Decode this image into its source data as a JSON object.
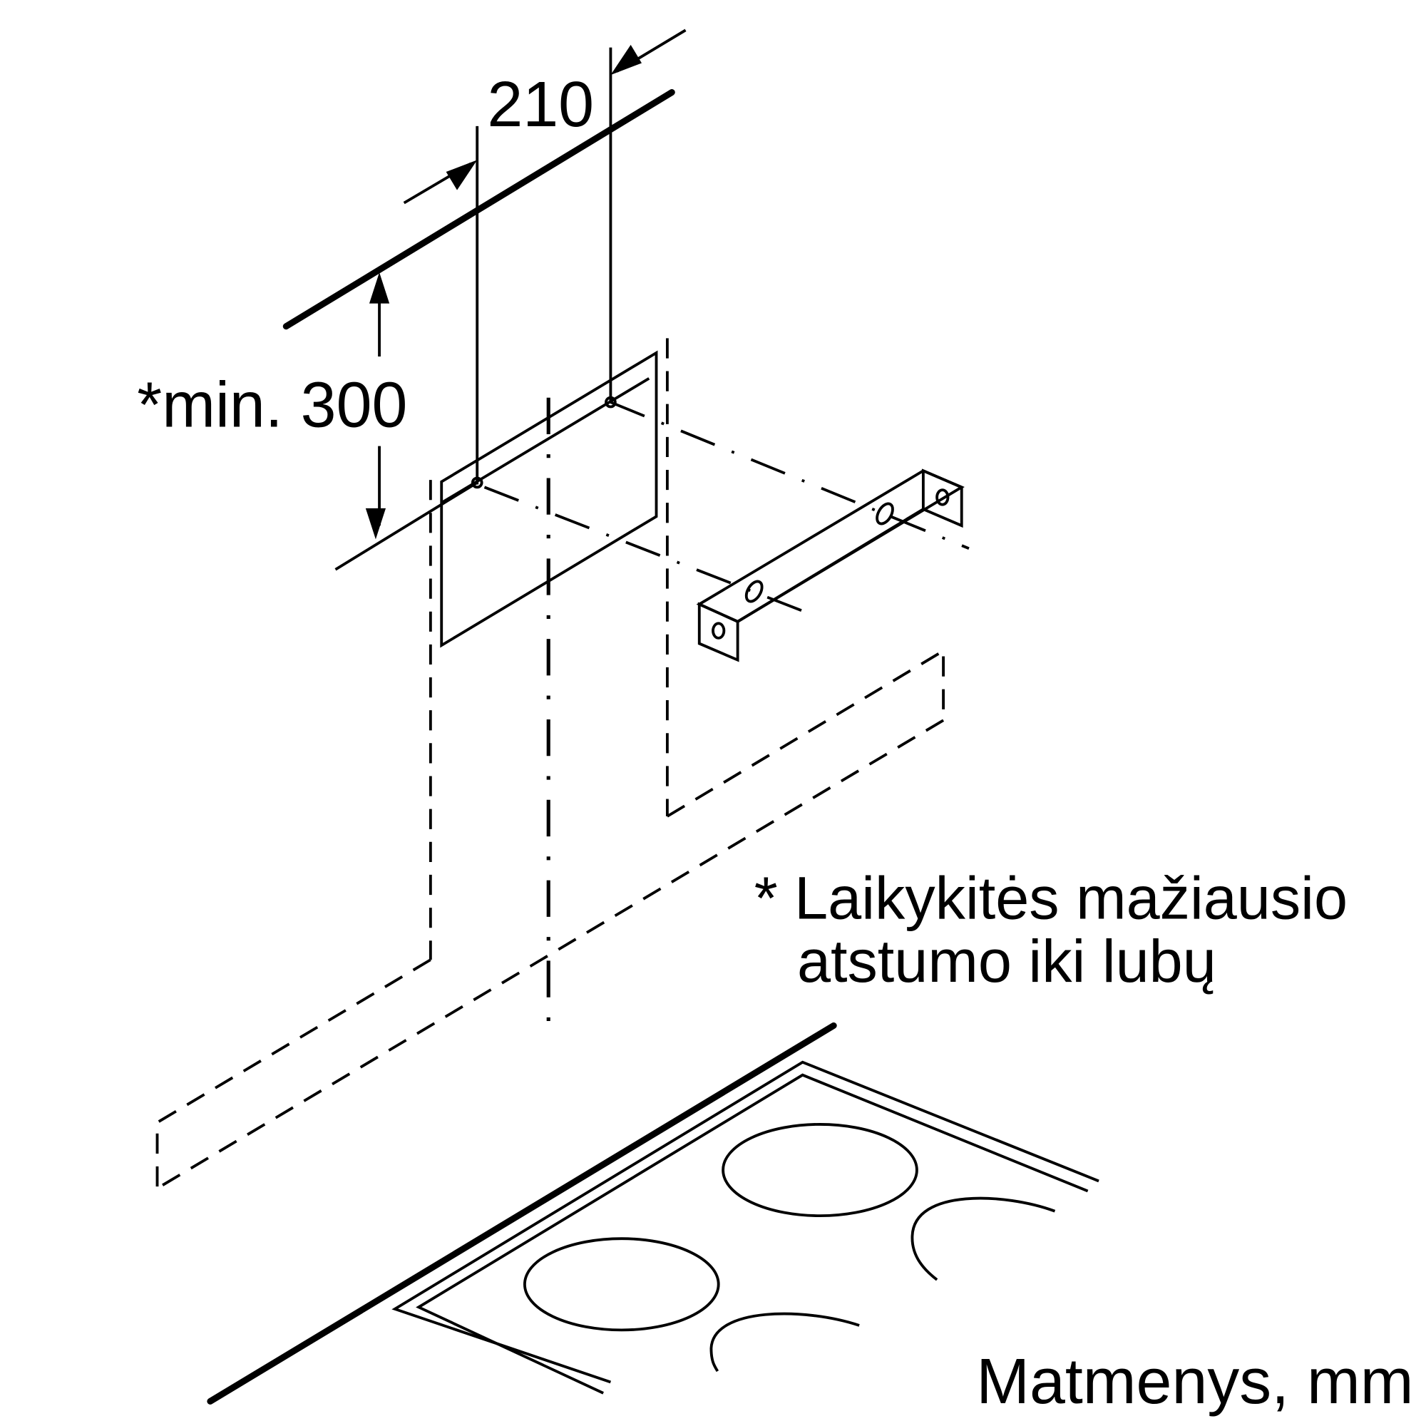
{
  "dimensions": {
    "width_label": "210",
    "min_height_label": "*min. 300"
  },
  "note": {
    "line1": "* Laikykitės mažiausio",
    "line2": "atstumo iki lubų"
  },
  "units_label": "Matmenys, mm"
}
